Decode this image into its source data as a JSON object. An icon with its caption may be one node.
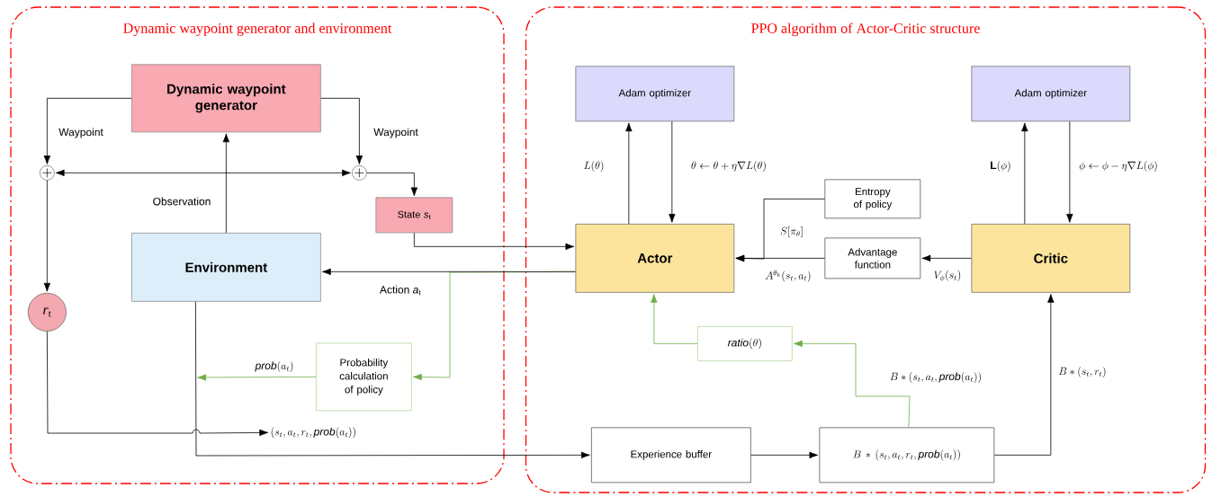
{
  "diagram": {
    "nodes": [
      {
        "text": [
          "Dynamic waypoint generator and environment"
        ]
      },
      {
        "text": [
          "PPO algorithm of Actor-Critic structure"
        ]
      },
      {
        "text": [
          "Dynamic waypoint generator"
        ],
        "in": 0
      },
      {
        "text": [],
        "shape": "circle",
        "in": 0
      },
      {
        "text": [],
        "shape": "circle",
        "in": 0
      },
      {
        "text": [
          "State *s*$_{t}$"
        ],
        "in": 0
      },
      {
        "text": [
          "Environment"
        ],
        "in": 0
      },
      {
        "text": [
          "*r*$_{t}$"
        ],
        "in": 0
      },
      {
        "text": [
          "Probability calculation of policy"
        ],
        "in": 0
      },
      {
        "text": [
          "Adam optimizer"
        ],
        "in": 1
      },
      {
        "text": [
          "Adam optimizer"
        ],
        "in": 1
      },
      {
        "text": [
          "Entropy of policy"
        ],
        "in": 1
      },
      {
        "text": [
          "Actor"
        ],
        "in": 1
      },
      {
        "text": [
          "Advantage function"
        ],
        "in": 1
      },
      {
        "text": [
          "Critic"
        ],
        "in": 1
      },
      {
        "text": [
          "\\mathit{ratio}(\\theta)"
        ],
        "in": 1
      },
      {
        "text": [
          "Experience buffer"
        ],
        "in": 1
      },
      {
        "text": [
          "B*(s_t, a_t, r_t, \\mathit{prob}(a_t))"
        ],
        "in": 1
      },
      {
        "text": [
          "(s_t, a_t, r_t, \\mathit{prob}(a_t))"
        ],
        "in": 0
      }
    ],
    "edges": [
      {
        "from": 2,
        "to": 3,
        "arrow": "to",
        "label": "Waypoint"
      },
      {
        "from": 2,
        "to": 4,
        "arrow": "to",
        "label": "Waypoint"
      },
      {
        "from": 3,
        "to": 4,
        "arrow": "both"
      },
      {
        "from": 6,
        "to": 2,
        "arrow": "to",
        "label": "Observation"
      },
      {
        "from": 4,
        "to": 5,
        "arrow": "to"
      },
      {
        "from": 5,
        "to": 12,
        "arrow": "to"
      },
      {
        "from": 12,
        "to": 6,
        "arrow": "to",
        "label": "Action *a*$_{t}$"
      },
      {
        "from": 12,
        "to": 8,
        "arrow": "to",
        "color": "#70ad47"
      },
      {
        "from": 8,
        "to": null,
        "arrow": "to",
        "color": "#70ad47",
        "label": "\\mathit{prob}(a_t)"
      },
      {
        "from": 6,
        "to": 16,
        "arrow": "to"
      },
      {
        "from": 7,
        "to": 18,
        "arrow": "to"
      },
      {
        "from": 3,
        "to": 7,
        "arrow": "to"
      },
      {
        "from": 12,
        "to": 9,
        "arrow": "to",
        "label": "L(\\theta)"
      },
      {
        "from": 9,
        "to": 12,
        "arrow": "to",
        "label": "\\theta \\leftarrow \\theta + \\eta\\nabla L(\\theta)"
      },
      {
        "from": 14,
        "to": 10,
        "arrow": "to",
        "label": "\\mathbf{L}(\\phi)"
      },
      {
        "from": 10,
        "to": 14,
        "arrow": "to",
        "label": "\\phi \\leftarrow \\phi - \\eta\\nabla L(\\phi)"
      },
      {
        "from": 11,
        "to": 12,
        "arrow": "to",
        "label": "S[\\pi_\\theta]"
      },
      {
        "from": 13,
        "to": 12,
        "arrow": "to",
        "label": "A^{\\theta_k}(s_t, a_t)"
      },
      {
        "from": 14,
        "to": 13,
        "arrow": "to",
        "label": "V_\\phi(s_t)"
      },
      {
        "from": 16,
        "to": 17,
        "arrow": "to"
      },
      {
        "from": 17,
        "to": 15,
        "arrow": "to",
        "color": "#70ad47",
        "label": "B*(s_t, a_t, \\mathit{prob}(a_t))"
      },
      {
        "from": 15,
        "to": 12,
        "arrow": "to",
        "color": "#70ad47"
      },
      {
        "from": 17,
        "to": 14,
        "arrow": "to",
        "label": "B*(s_t, r_t)"
      }
    ]
  }
}
